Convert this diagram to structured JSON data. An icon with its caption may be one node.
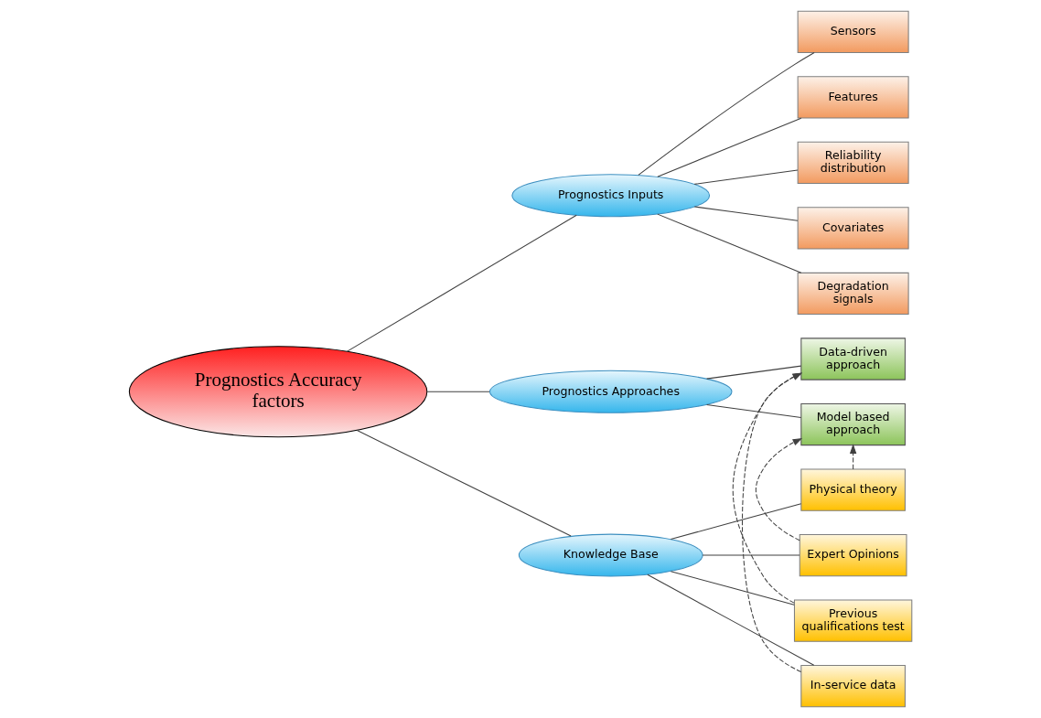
{
  "diagram": {
    "nodes": [
      {
        "text": [
          "Prognostics Accuracy factors"
        ]
      },
      {
        "text": [
          "Prognostics Inputs"
        ]
      },
      {
        "text": [
          "Sensors"
        ]
      },
      {
        "text": [
          "Features"
        ]
      },
      {
        "text": [
          "Reliability distribution"
        ]
      },
      {
        "text": [
          "Covariates"
        ]
      },
      {
        "text": [
          "Degradation signals"
        ]
      },
      {
        "text": [
          "Prognostics Approaches"
        ]
      },
      {
        "text": [
          "Data-driven approach"
        ]
      },
      {
        "text": [
          "Model based approach"
        ]
      },
      {
        "text": [
          "Knowledge Base"
        ]
      },
      {
        "text": [
          "Physical theory"
        ]
      },
      {
        "text": [
          "Expert Opinions"
        ]
      },
      {
        "text": [
          "Previous qualifications test"
        ]
      },
      {
        "text": [
          "In-service data"
        ]
      }
    ],
    "edges": [
      {
        "from": 0,
        "to": 1,
        "arrow": "none"
      },
      {
        "from": 1,
        "to": 2,
        "arrow": "none"
      },
      {
        "from": 1,
        "to": 3,
        "arrow": "none"
      },
      {
        "from": 1,
        "to": 4,
        "arrow": "none"
      },
      {
        "from": 1,
        "to": 5,
        "arrow": "none"
      },
      {
        "from": 1,
        "to": 6,
        "arrow": "none"
      },
      {
        "from": 0,
        "to": 7,
        "arrow": "none"
      },
      {
        "from": 7,
        "to": 8,
        "arrow": "none"
      },
      {
        "from": 7,
        "to": 9,
        "arrow": "none"
      },
      {
        "from": 0,
        "to": 10,
        "arrow": "none"
      },
      {
        "from": 10,
        "to": 11,
        "arrow": "none"
      },
      {
        "from": 10,
        "to": 12,
        "arrow": "none"
      },
      {
        "from": 10,
        "to": 13,
        "arrow": "none"
      },
      {
        "from": 10,
        "to": 14,
        "arrow": "none"
      },
      {
        "from": 11,
        "to": 9,
        "arrow": "to",
        "style": "dashed"
      },
      {
        "from": 12,
        "to": 9,
        "arrow": "to",
        "style": "dashed"
      },
      {
        "from": 13,
        "to": 8,
        "arrow": "to",
        "style": "dashed"
      },
      {
        "from": 14,
        "to": 8,
        "arrow": "to",
        "style": "dashed"
      }
    ]
  }
}
